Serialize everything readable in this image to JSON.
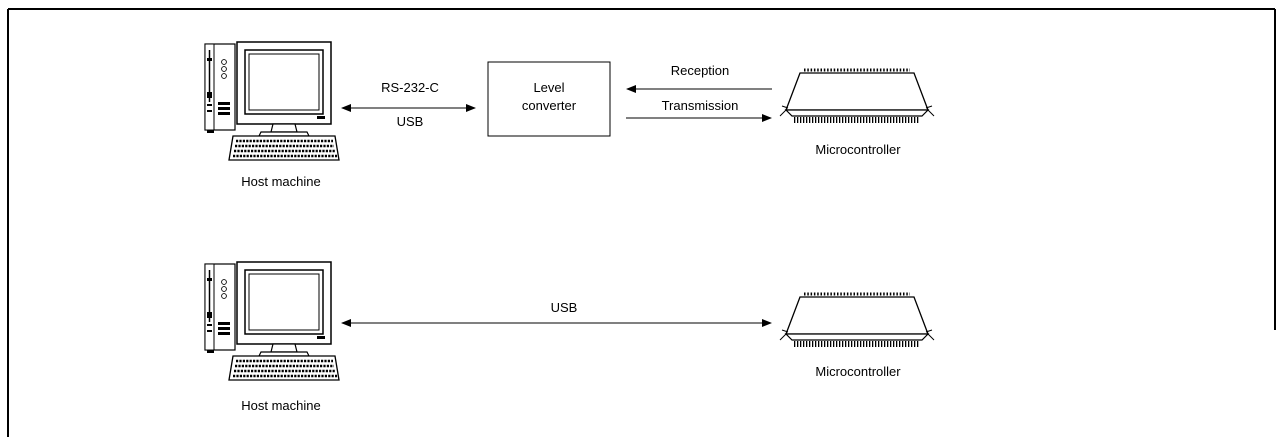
{
  "diagram1": {
    "host_label": "Host machine",
    "link_label_top": "RS-232-C",
    "link_label_bottom": "USB",
    "converter_line1": "Level",
    "converter_line2": "converter",
    "reception_label": "Reception",
    "transmission_label": "Transmission",
    "mcu_label": "Microcontroller"
  },
  "diagram2": {
    "host_label": "Host machine",
    "link_label": "USB",
    "mcu_label": "Microcontroller"
  }
}
